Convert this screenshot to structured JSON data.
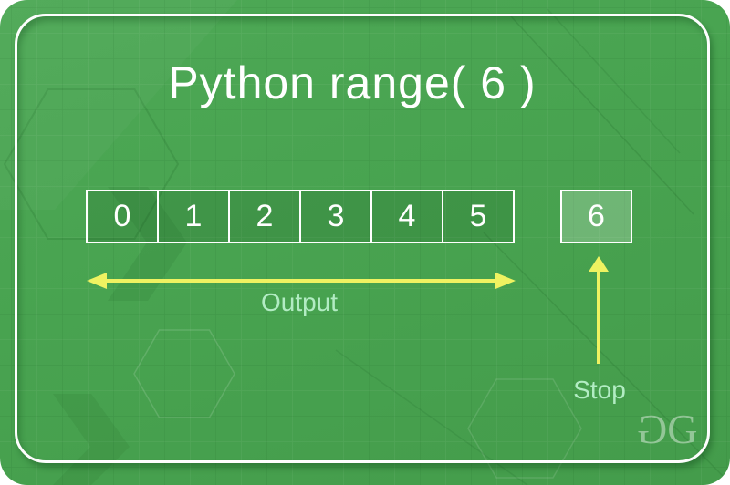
{
  "title": "Python range( 6 )",
  "cells": [
    "0",
    "1",
    "2",
    "3",
    "4",
    "5"
  ],
  "stop_cell": "6",
  "labels": {
    "output": "Output",
    "stop": "Stop"
  },
  "logo": {
    "left_glyph": "G",
    "right_glyph": "G"
  },
  "colors": {
    "background_green": "#48a350",
    "box_fill_dark": "#419648",
    "stop_box_fill_light": "#6db573",
    "arrow_yellow": "#eff261",
    "label_mint": "#b2ecc3",
    "border_white": "#ffffff",
    "title_white": "#ffffff"
  }
}
